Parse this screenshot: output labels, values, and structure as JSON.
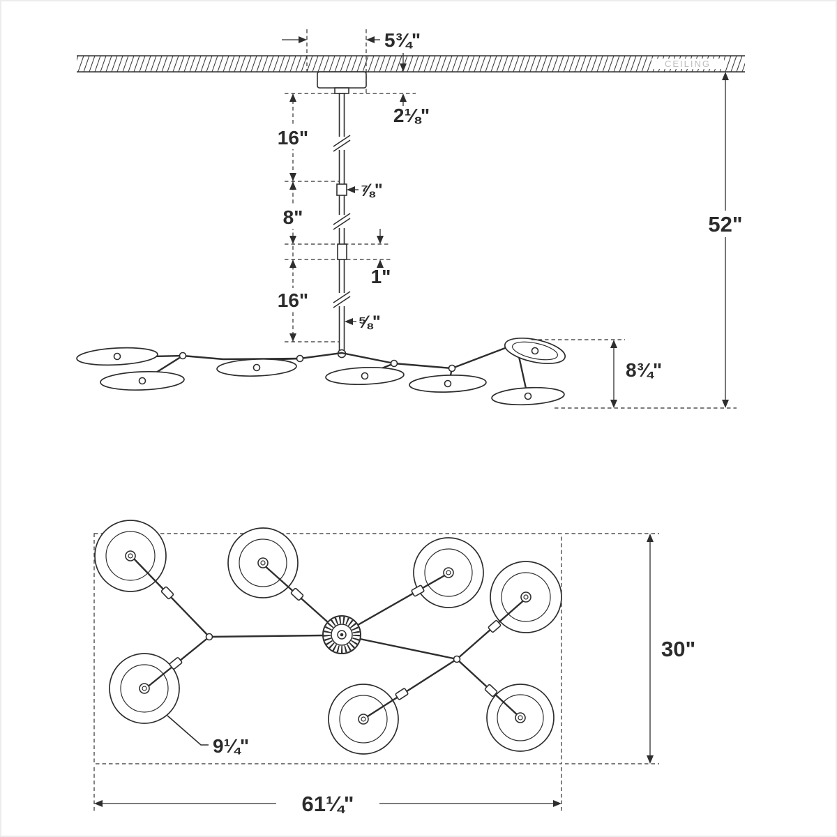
{
  "drawing": {
    "type": "chandelier-installation-spec",
    "line_color": "#2e2e2e"
  },
  "elevation": {
    "ceiling_label": "CEILING",
    "dims": {
      "canopy_offset": "5¾\"",
      "canopy_height": "2⅛\"",
      "rod_upper": "16\"",
      "coupler_upper": "⅞\"",
      "rod_mid": "8\"",
      "coupler_mid": "1\"",
      "rod_lower": "16\"",
      "stem_diameter": "⅝\"",
      "fixture_height": "8¾\"",
      "overall_height": "52\""
    }
  },
  "plan": {
    "dims": {
      "overall_depth": "30\"",
      "overall_width": "61¼\"",
      "shade_diameter": "9¼\""
    }
  }
}
